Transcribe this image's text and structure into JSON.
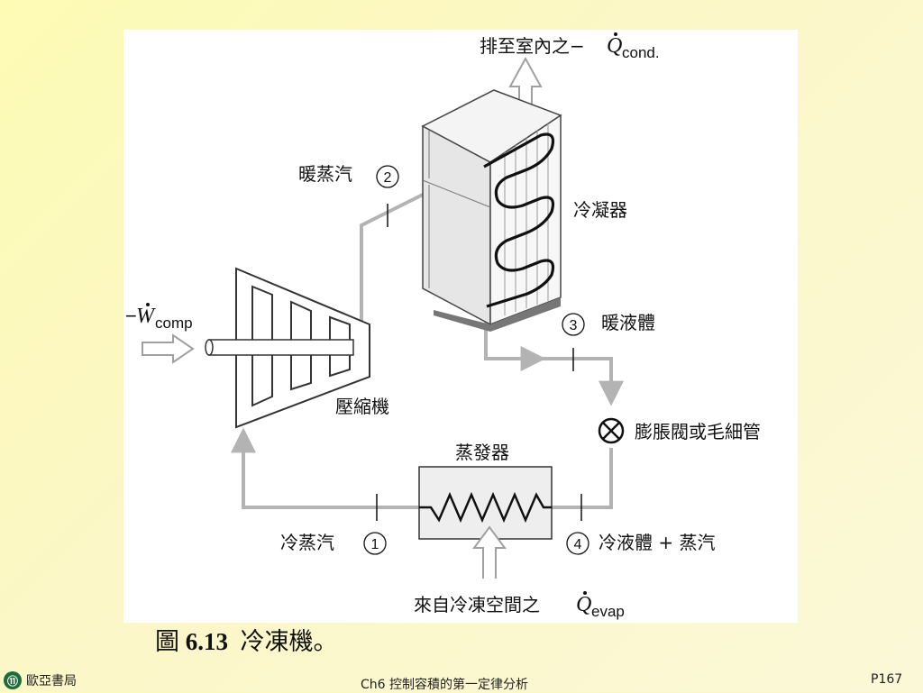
{
  "diagram": {
    "label_qcond_prefix": "排至室內之−",
    "label_q_symbol": "Q",
    "label_qcond_sub": "cond.",
    "label_warm_vapor": "暖蒸汽",
    "label_condenser": "冷凝器",
    "label_warm_liquid": "暖液體",
    "label_valve": "膨脹閥或毛細管",
    "label_evaporator": "蒸發器",
    "label_compressor": "壓縮機",
    "label_work_prefix": "−",
    "label_w_symbol": "W",
    "label_work_sub": "comp",
    "label_cold_vapor": "冷蒸汽",
    "label_cold_mix": "冷液體 + 蒸汽",
    "label_qevap_prefix": "來自冷凍空間之",
    "label_qevap_sub": "evap",
    "state_1": "1",
    "state_2": "2",
    "state_3": "3",
    "state_4": "4"
  },
  "caption": {
    "prefix": "圖 ",
    "number": "6.13",
    "text": "  冷凍機。"
  },
  "footer": {
    "logo_glyph": "⑪",
    "publisher": "歐亞書局",
    "chapter": "Ch6 控制容積的第一定律分析",
    "page": "P167"
  },
  "colors": {
    "background": "#fbf8c8",
    "panel": "#ffffff",
    "flow_line": "#b3b3b3",
    "ink": "#111111"
  }
}
